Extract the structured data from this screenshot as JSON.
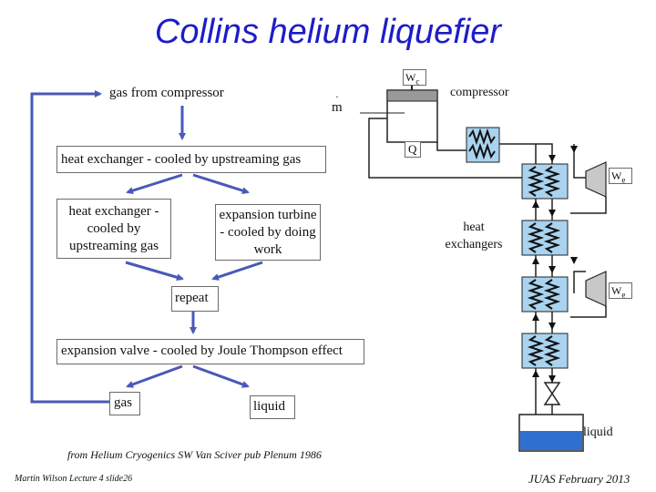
{
  "title": "Collins helium liquefier",
  "flow": {
    "gas_from_compressor": "gas from compressor",
    "hx_upstream": "heat exchanger - cooled by upstreaming gas",
    "hx_left": "heat exchanger - cooled by upstreaming gas",
    "turbine": "expansion turbine - cooled by doing work",
    "repeat": "repeat",
    "valve": "expansion valve - cooled by Joule Thompson effect",
    "gas": "gas",
    "liquid": "liquid"
  },
  "schematic": {
    "wc": "W",
    "wc_sub": "c",
    "compressor": "compressor",
    "m_dot": "m",
    "q_dot": "Q",
    "we1": "W",
    "we1_sub": "e",
    "heat_exchangers": "heat exchangers",
    "we2": "W",
    "we2_sub": "e",
    "liquid": "liquid"
  },
  "footer": {
    "source": "from Helium Cryogenics SW Van Sciver pub Plenum 1986",
    "author": "Martin Wilson Lecture 4 slide26",
    "event": "JUAS February 2013"
  },
  "colors": {
    "title": "#1c1cc8",
    "arrows": "#4a58b8",
    "exchanger": "#a9d3ee",
    "liquid": "#2f6fd0",
    "piston": "#999999"
  }
}
